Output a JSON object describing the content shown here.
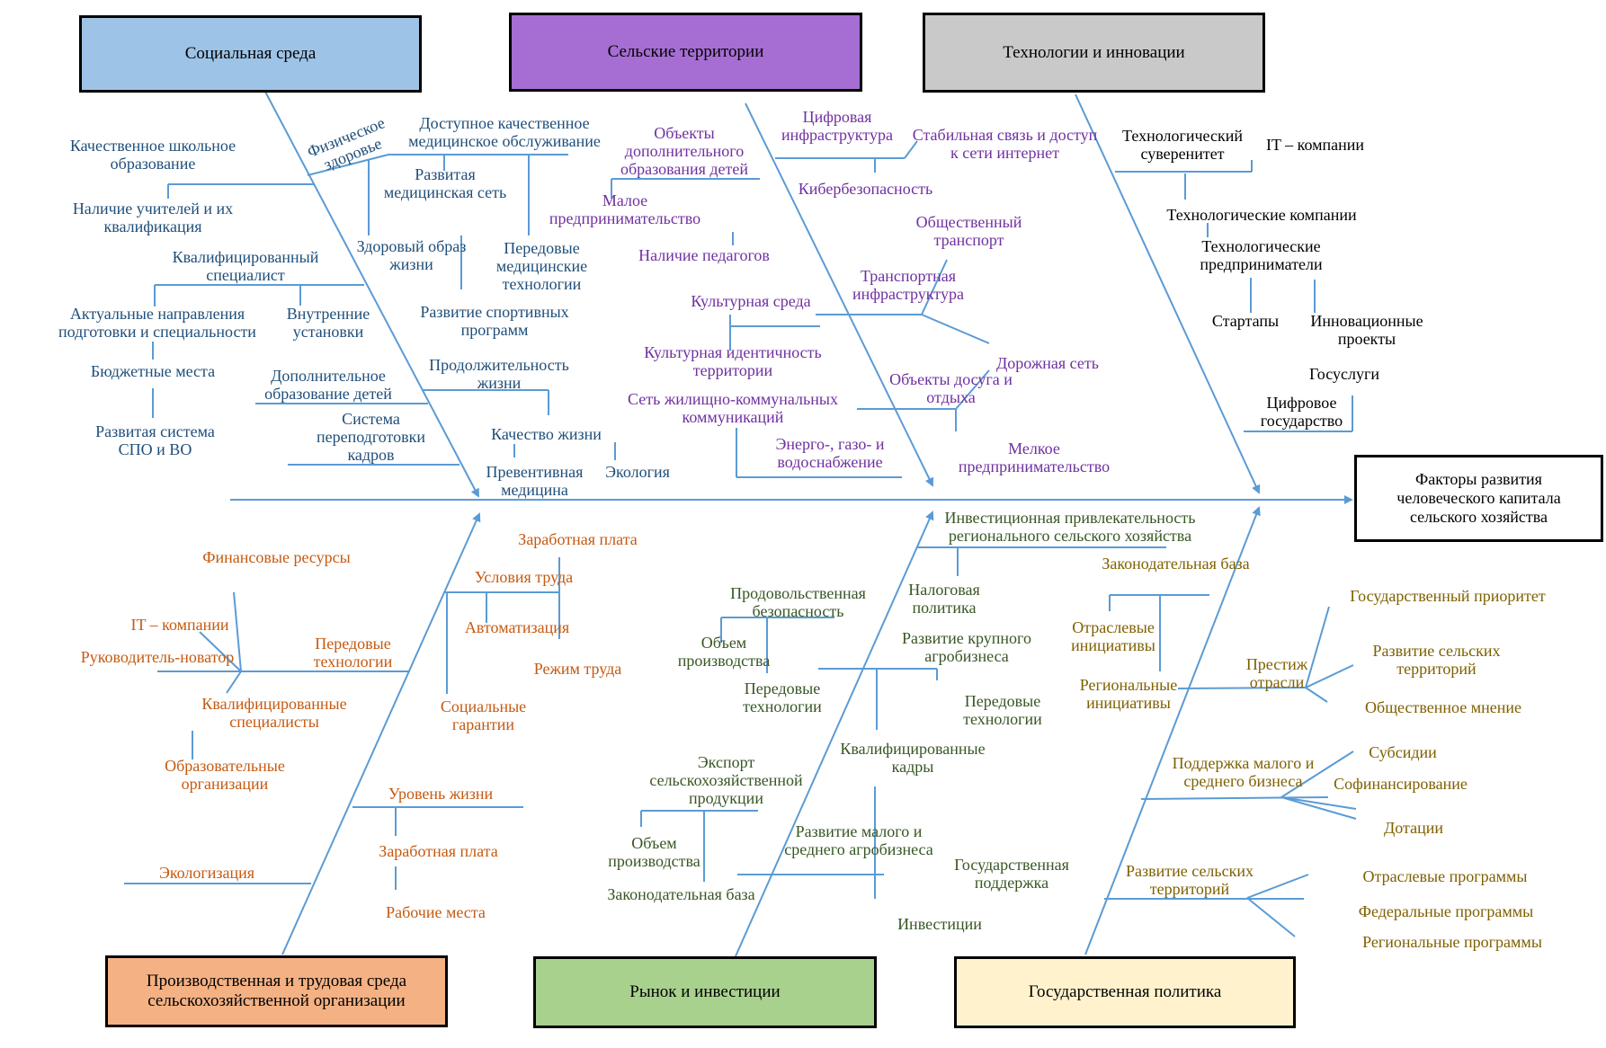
{
  "diagram": {
    "type": "fishbone",
    "effect": "Факторы развития человеческого капитала сельского хозяйства",
    "colors": {
      "line": "#5b9bd5",
      "social_box": "#9dc3e6",
      "rural_box": "#a66ed3",
      "tech_box": "#c9c9c9",
      "production_box": "#f4b183",
      "market_box": "#a9d18e",
      "gov_box": "#fff2cc",
      "social_text": "#1f4e79",
      "rural_text": "#7030a0",
      "tech_text": "#000000",
      "production_text": "#c55a11",
      "market_text": "#375623",
      "gov_text": "#7f6000"
    }
  },
  "categories": {
    "social": {
      "title": "Социальная среда",
      "labels": {
        "physical_health": "Физическое здоровье",
        "school_education": "Качественное школьное образование",
        "teachers": "Наличие учителей и их квалификация",
        "qualified_specialist": "Квалифицированный специалист",
        "actual_directions": "Актуальные направления подготовки и специальности",
        "internal_attitudes": "Внутренние установки",
        "budget_places": "Бюджетные места",
        "spo_vo": "Развитая система СПО и ВО",
        "extra_education": "Дополнительное образование детей",
        "retraining": "Система переподготовки кадров",
        "medical_service": "Доступное качественное медицинское обслуживание",
        "medical_network": "Развитая медицинская сеть",
        "healthy_lifestyle": "Здоровый образ жизни",
        "medical_tech": "Передовые медицинские технологии",
        "sport_programs": "Развитие спортивных программ",
        "life_expectancy": "Продолжительность жизни",
        "quality_of_life": "Качество жизни",
        "preventive_medicine": "Превентивная медицина",
        "ecology": "Экология"
      }
    },
    "rural": {
      "title": "Сельские территории",
      "labels": {
        "extra_edu_objects": "Объекты дополнительного образования детей",
        "small_business": "Малое предпринимательство",
        "teachers_presence": "Наличие педагогов",
        "digital_infra": "Цифровая инфраструктура",
        "stable_connection": "Стабильная связь и доступ к сети интернет",
        "cybersecurity": "Кибербезопасность",
        "public_transport": "Общественный транспорт",
        "transport_infra": "Транспортная инфраструктура",
        "cultural_env": "Культурная среда",
        "cultural_identity": "Культурная идентичность территории",
        "housing_network": "Сеть жилищно-коммунальных коммуникаций",
        "utilities": "Энерго-, газо- и водоснабжение",
        "road_network": "Дорожная сеть",
        "leisure_objects": "Объекты досуга и отдыха",
        "micro_business": "Мелкое предпринимательство"
      }
    },
    "tech": {
      "title": "Технологии и инновации",
      "labels": {
        "tech_sovereignty": "Технологический суверенитет",
        "it_companies": "IT – компании",
        "tech_companies": "Технологические компании",
        "tech_entrepreneurs": "Технологические предприниматели",
        "startups": "Стартапы",
        "innovation_projects": "Инновационные проекты",
        "gosuslugi": "Госуслуги",
        "digital_state": "Цифровое государство"
      }
    },
    "production": {
      "title": "Производственная и трудовая среда сельскохозяйственной организации",
      "labels": {
        "finance": "Финансовые ресурсы",
        "it_companies": "IT – компании",
        "innovative_leader": "Руководитель-новатор",
        "advanced_tech": "Передовые технологии",
        "qualified_specialists": "Квалифицированные специалисты",
        "edu_orgs": "Образовательные организации",
        "salary": "Заработная плата",
        "working_conditions": "Условия труда",
        "automation": "Автоматизация",
        "work_regime": "Режим труда",
        "social_guarantees": "Социальные гарантии",
        "living_standard": "Уровень жизни",
        "salary2": "Заработная плата",
        "jobs": "Рабочие места",
        "ecologization": "Экологизация"
      }
    },
    "market": {
      "title": "Рынок и инвестиции",
      "labels": {
        "investment_attractiveness": "Инвестиционная привлекательность регионального сельского хозяйства",
        "tax_policy": "Налоговая политика",
        "food_security": "Продовольственная безопасность",
        "production_volume": "Объем производства",
        "advanced_tech": "Передовые технологии",
        "large_agro": "Развитие крупного агробизнеса",
        "advanced_tech2": "Передовые технологии",
        "qualified_staff": "Квалифицированные кадры",
        "export": "Экспорт сельскохозяйственной продукции",
        "production_volume2": "Объем производства",
        "legislative_base": "Законодательная база",
        "sme_agro": "Развитие малого и среднего агробизнеса",
        "state_support": "Государственная поддержка",
        "investments": "Инвестиции"
      }
    },
    "gov": {
      "title": "Государственная политика",
      "labels": {
        "legislative_base": "Законодательная база",
        "sector_initiatives": "Отраслевые инициативы",
        "regional_initiatives": "Региональные инициативы",
        "prestige": "Престиж отрасли",
        "state_priority": "Государственный приоритет",
        "rural_dev": "Развитие сельских территорий",
        "public_opinion": "Общественное мнение",
        "sme_support": "Поддержка малого и среднего бизнеса",
        "subsidies": "Субсидии",
        "cofinancing": "Софинансирование",
        "grants": "Дотации",
        "rural_territories": "Развитие сельских территорий",
        "sector_programs": "Отраслевые программы",
        "federal_programs": "Федеральные программы",
        "regional_programs": "Региональные программы"
      }
    }
  }
}
